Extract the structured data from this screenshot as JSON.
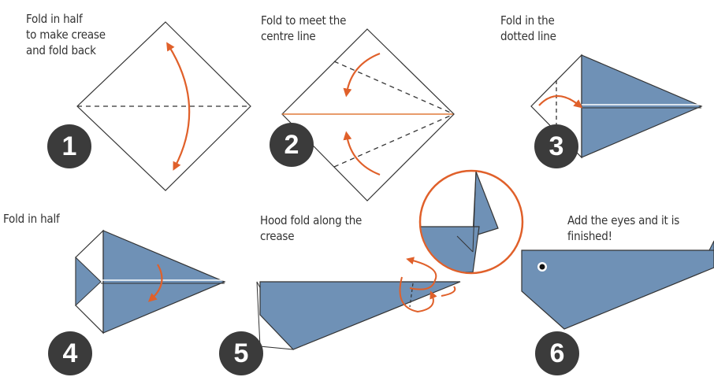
{
  "steps": [
    {
      "number": "1",
      "text": "Fold in half\nto make crease\nand fold back"
    },
    {
      "number": "2",
      "text": "Fold to meet the\ncentre line"
    },
    {
      "number": "3",
      "text": "Fold in the\ndotted line"
    },
    {
      "number": "4",
      "text": "Fold in half"
    },
    {
      "number": "5",
      "text": "Hood fold along the\ncrease"
    },
    {
      "number": "6",
      "text": "Add the eyes and it is\nfinished!"
    }
  ],
  "colors": {
    "paper": "#6f91b6",
    "outline": "#2a2a2a",
    "arrow": "#e0602a",
    "crease": "#e07a3a",
    "badge": "#3b3b3b"
  },
  "icons": [
    "fold-arrow-icon",
    "magnifier-circle-icon",
    "eye-icon"
  ]
}
